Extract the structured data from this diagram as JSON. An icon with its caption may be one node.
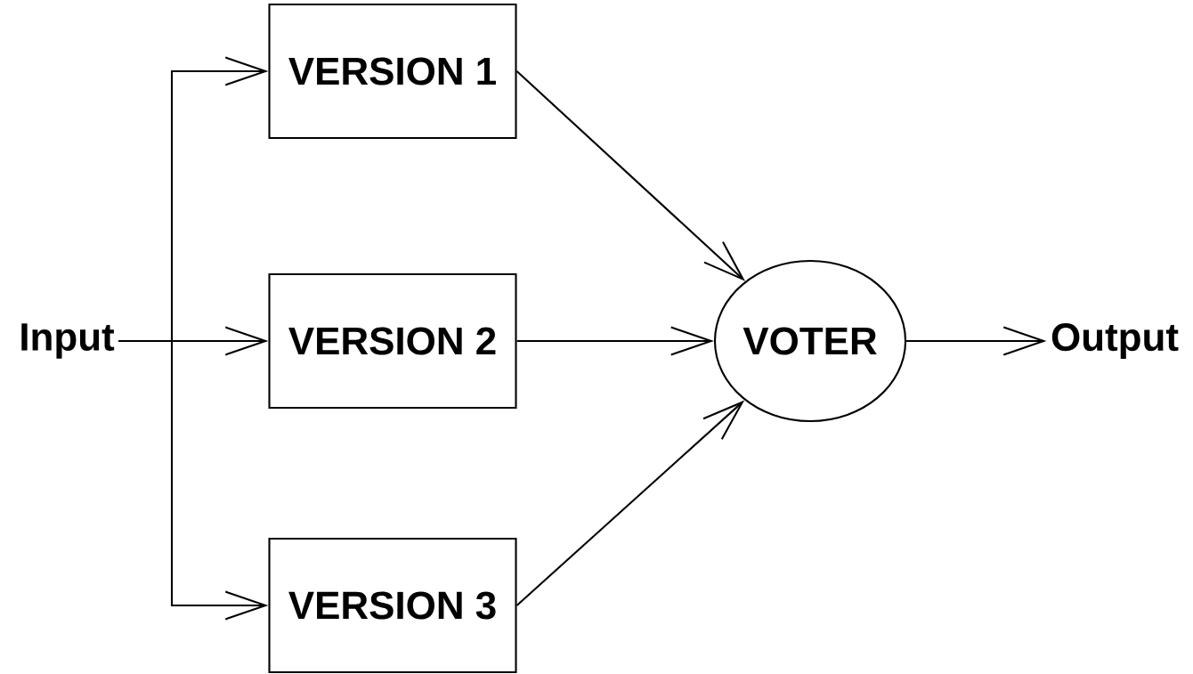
{
  "diagram": {
    "nodes": [
      {
        "text": [
          "Input"
        ]
      },
      {
        "text": [
          "VERSION 1"
        ]
      },
      {
        "text": [
          "VERSION 2"
        ]
      },
      {
        "text": [
          "VERSION 3"
        ]
      },
      {
        "text": [
          "VOTER"
        ]
      },
      {
        "text": [
          "Output"
        ]
      }
    ],
    "edges": [
      {
        "from": 0,
        "to": 1,
        "arrow": "to"
      },
      {
        "from": 0,
        "to": 2,
        "arrow": "to"
      },
      {
        "from": 0,
        "to": 3,
        "arrow": "to"
      },
      {
        "from": 1,
        "to": 4,
        "arrow": "to"
      },
      {
        "from": 2,
        "to": 4,
        "arrow": "to"
      },
      {
        "from": 3,
        "to": 4,
        "arrow": "to"
      },
      {
        "from": 4,
        "to": 5,
        "arrow": "to"
      }
    ]
  }
}
